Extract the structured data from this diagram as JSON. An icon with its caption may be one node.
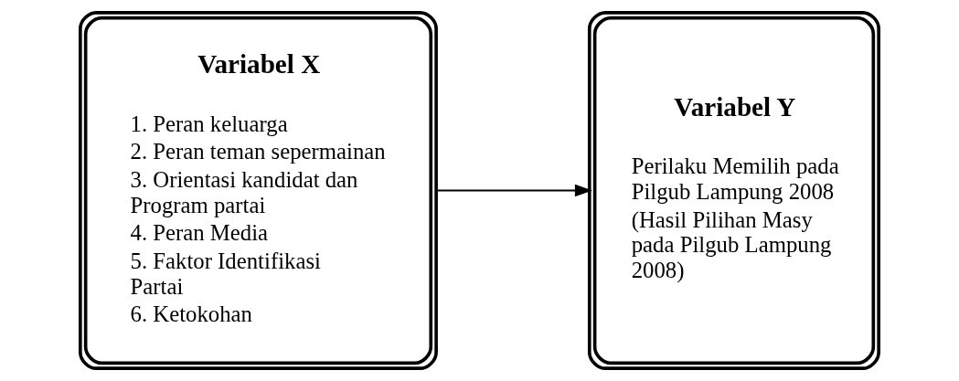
{
  "diagram": {
    "nodes": [
      {
        "text": [
          "Variabel X",
          "1. Peran keluarga",
          "2. Peran teman sepermainan",
          "3. Orientasi kandidat dan Program partai",
          "4. Peran Media",
          "5. Faktor Identifikasi Partai",
          "6. Ketokohan"
        ]
      },
      {
        "text": [
          "Variabel Y",
          "Perilaku Memilih pada Pilgub Lampung 2008",
          "(Hasil Pilihan Masy pada Pilgub Lampung 2008)"
        ]
      }
    ],
    "edges": [
      {
        "from": 0,
        "to": 1,
        "arrow": "to"
      }
    ]
  }
}
